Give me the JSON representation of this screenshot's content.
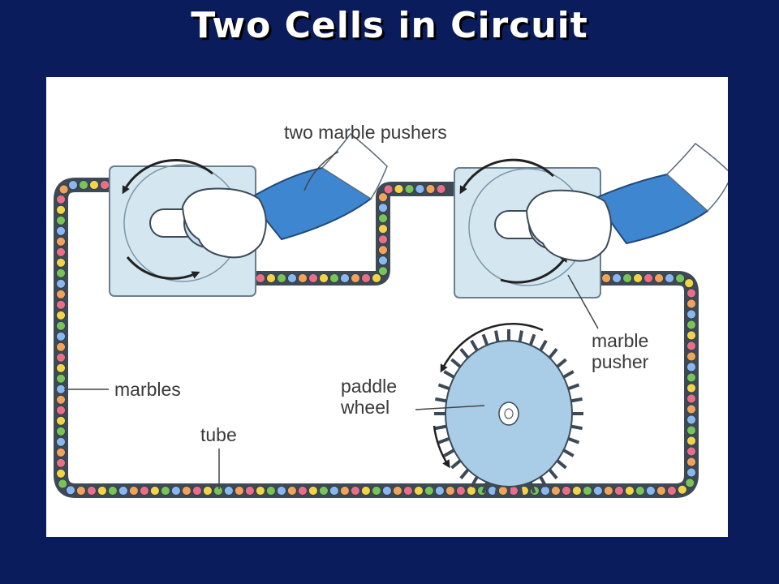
{
  "slide": {
    "title": "Two Cells in Circuit"
  },
  "diagram": {
    "labels": {
      "two_marble_pushers": "two marble pushers",
      "marble_pusher_line1": "marble",
      "marble_pusher_line2": "pusher",
      "marbles": "marbles",
      "paddle_wheel_line1": "paddle",
      "paddle_wheel_line2": "wheel",
      "tube": "tube"
    },
    "colors": {
      "background": "#0a1c5c",
      "panel": "#ffffff",
      "pusher_box": "#d4e7f1",
      "wheel": "#a9cde6",
      "sleeve": "#3f86d1",
      "marble_colors": [
        "#e86f8a",
        "#f1d44a",
        "#79c35a",
        "#8ab8ee",
        "#f0a35a"
      ]
    },
    "icons": [
      "marble-pusher-icon",
      "hand-icon",
      "paddle-wheel-icon",
      "rotation-arrow-icon",
      "marble-icon"
    ]
  }
}
